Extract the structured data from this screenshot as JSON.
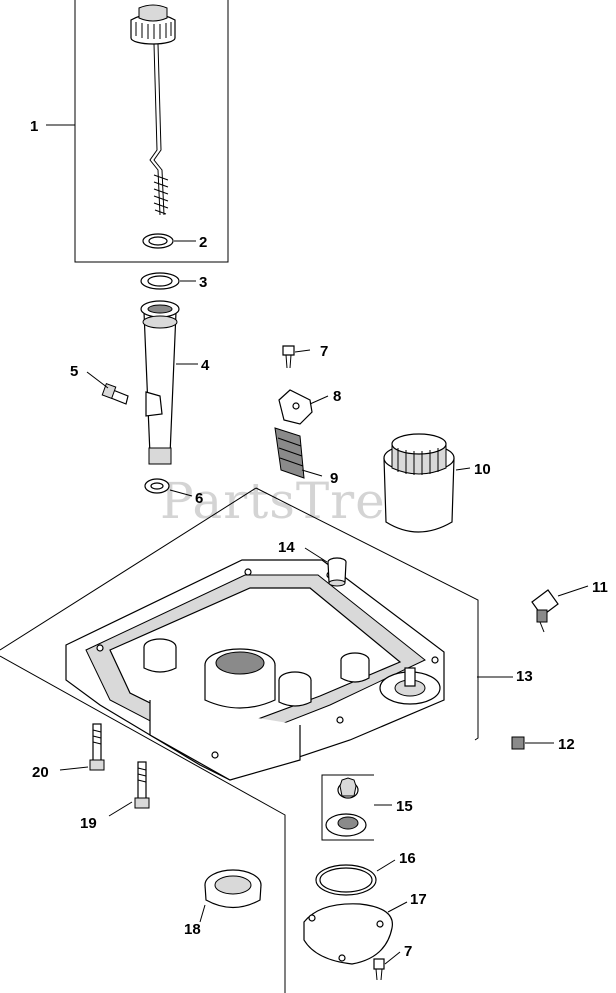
{
  "watermark": "PartsTree",
  "callouts": [
    {
      "id": "c1",
      "label": "1"
    },
    {
      "id": "c2",
      "label": "2"
    },
    {
      "id": "c3",
      "label": "3"
    },
    {
      "id": "c4",
      "label": "4"
    },
    {
      "id": "c5",
      "label": "5"
    },
    {
      "id": "c6",
      "label": "6"
    },
    {
      "id": "c7a",
      "label": "7"
    },
    {
      "id": "c8",
      "label": "8"
    },
    {
      "id": "c9",
      "label": "9"
    },
    {
      "id": "c10",
      "label": "10"
    },
    {
      "id": "c11",
      "label": "11"
    },
    {
      "id": "c12",
      "label": "12"
    },
    {
      "id": "c13",
      "label": "13"
    },
    {
      "id": "c14",
      "label": "14"
    },
    {
      "id": "c15",
      "label": "15"
    },
    {
      "id": "c16",
      "label": "16"
    },
    {
      "id": "c17",
      "label": "17"
    },
    {
      "id": "c7b",
      "label": "7"
    },
    {
      "id": "c18",
      "label": "18"
    },
    {
      "id": "c19",
      "label": "19"
    },
    {
      "id": "c20",
      "label": "20"
    }
  ]
}
